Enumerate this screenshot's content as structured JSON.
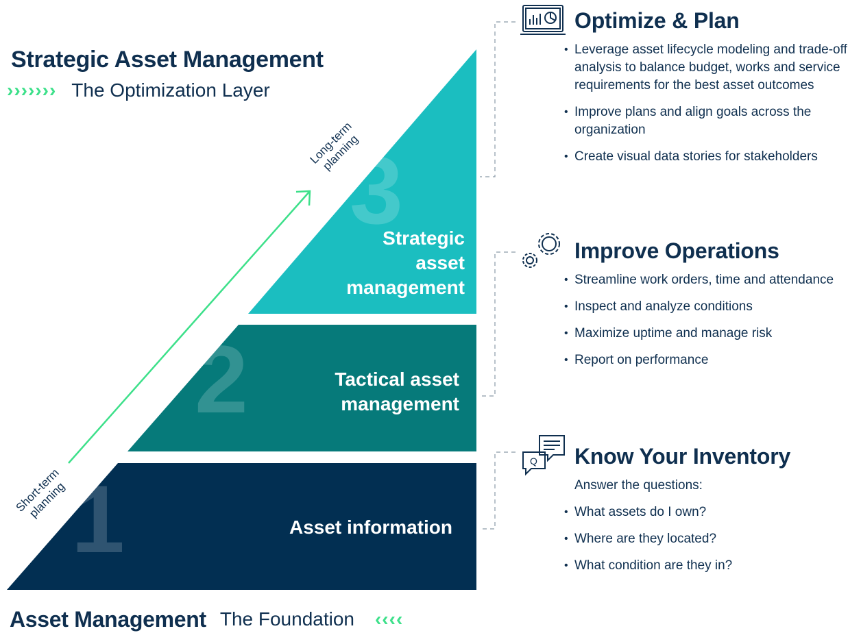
{
  "header": {
    "title": "Strategic Asset Management",
    "chevrons": "›››››››",
    "subtitle": "The Optimization Layer"
  },
  "footer": {
    "title": "Asset Management",
    "subtitle": "The Foundation",
    "chevrons": "‹‹‹‹"
  },
  "pyramid": {
    "arrow_start_label": "Short-term\nplanning",
    "arrow_end_label": "Long-term\nplanning",
    "tiers": [
      {
        "number": "3",
        "label": "Strategic\nasset\nmanagement",
        "color": "#1bbec0"
      },
      {
        "number": "2",
        "label": "Tactical asset\nmanagement",
        "color": "#067a7a"
      },
      {
        "number": "1",
        "label": "Asset information",
        "color": "#022f52"
      }
    ]
  },
  "panels": [
    {
      "icon": "monitor-chart-icon",
      "title": "Optimize & Plan",
      "intro": "",
      "bullets": [
        "Leverage asset lifecycle modeling and trade-off analysis to balance budget, works and service requirements for the best asset outcomes",
        "Improve plans and align goals across the organization",
        "Create visual data stories for stakeholders"
      ]
    },
    {
      "icon": "gears-icon",
      "title": "Improve Operations",
      "intro": "",
      "bullets": [
        "Streamline work orders, time and attendance",
        "Inspect and analyze conditions",
        "Maximize uptime and manage risk",
        "Report on performance"
      ]
    },
    {
      "icon": "chat-bubbles-icon",
      "title": "Know Your Inventory",
      "intro": "Answer the questions:",
      "bullets": [
        "What assets do I own?",
        "Where are they located?",
        "What condition are they in?"
      ]
    }
  ],
  "colors": {
    "accent_green": "#3de08a",
    "navy_text": "#0f2f4f",
    "connector": "#8a9aa8"
  }
}
